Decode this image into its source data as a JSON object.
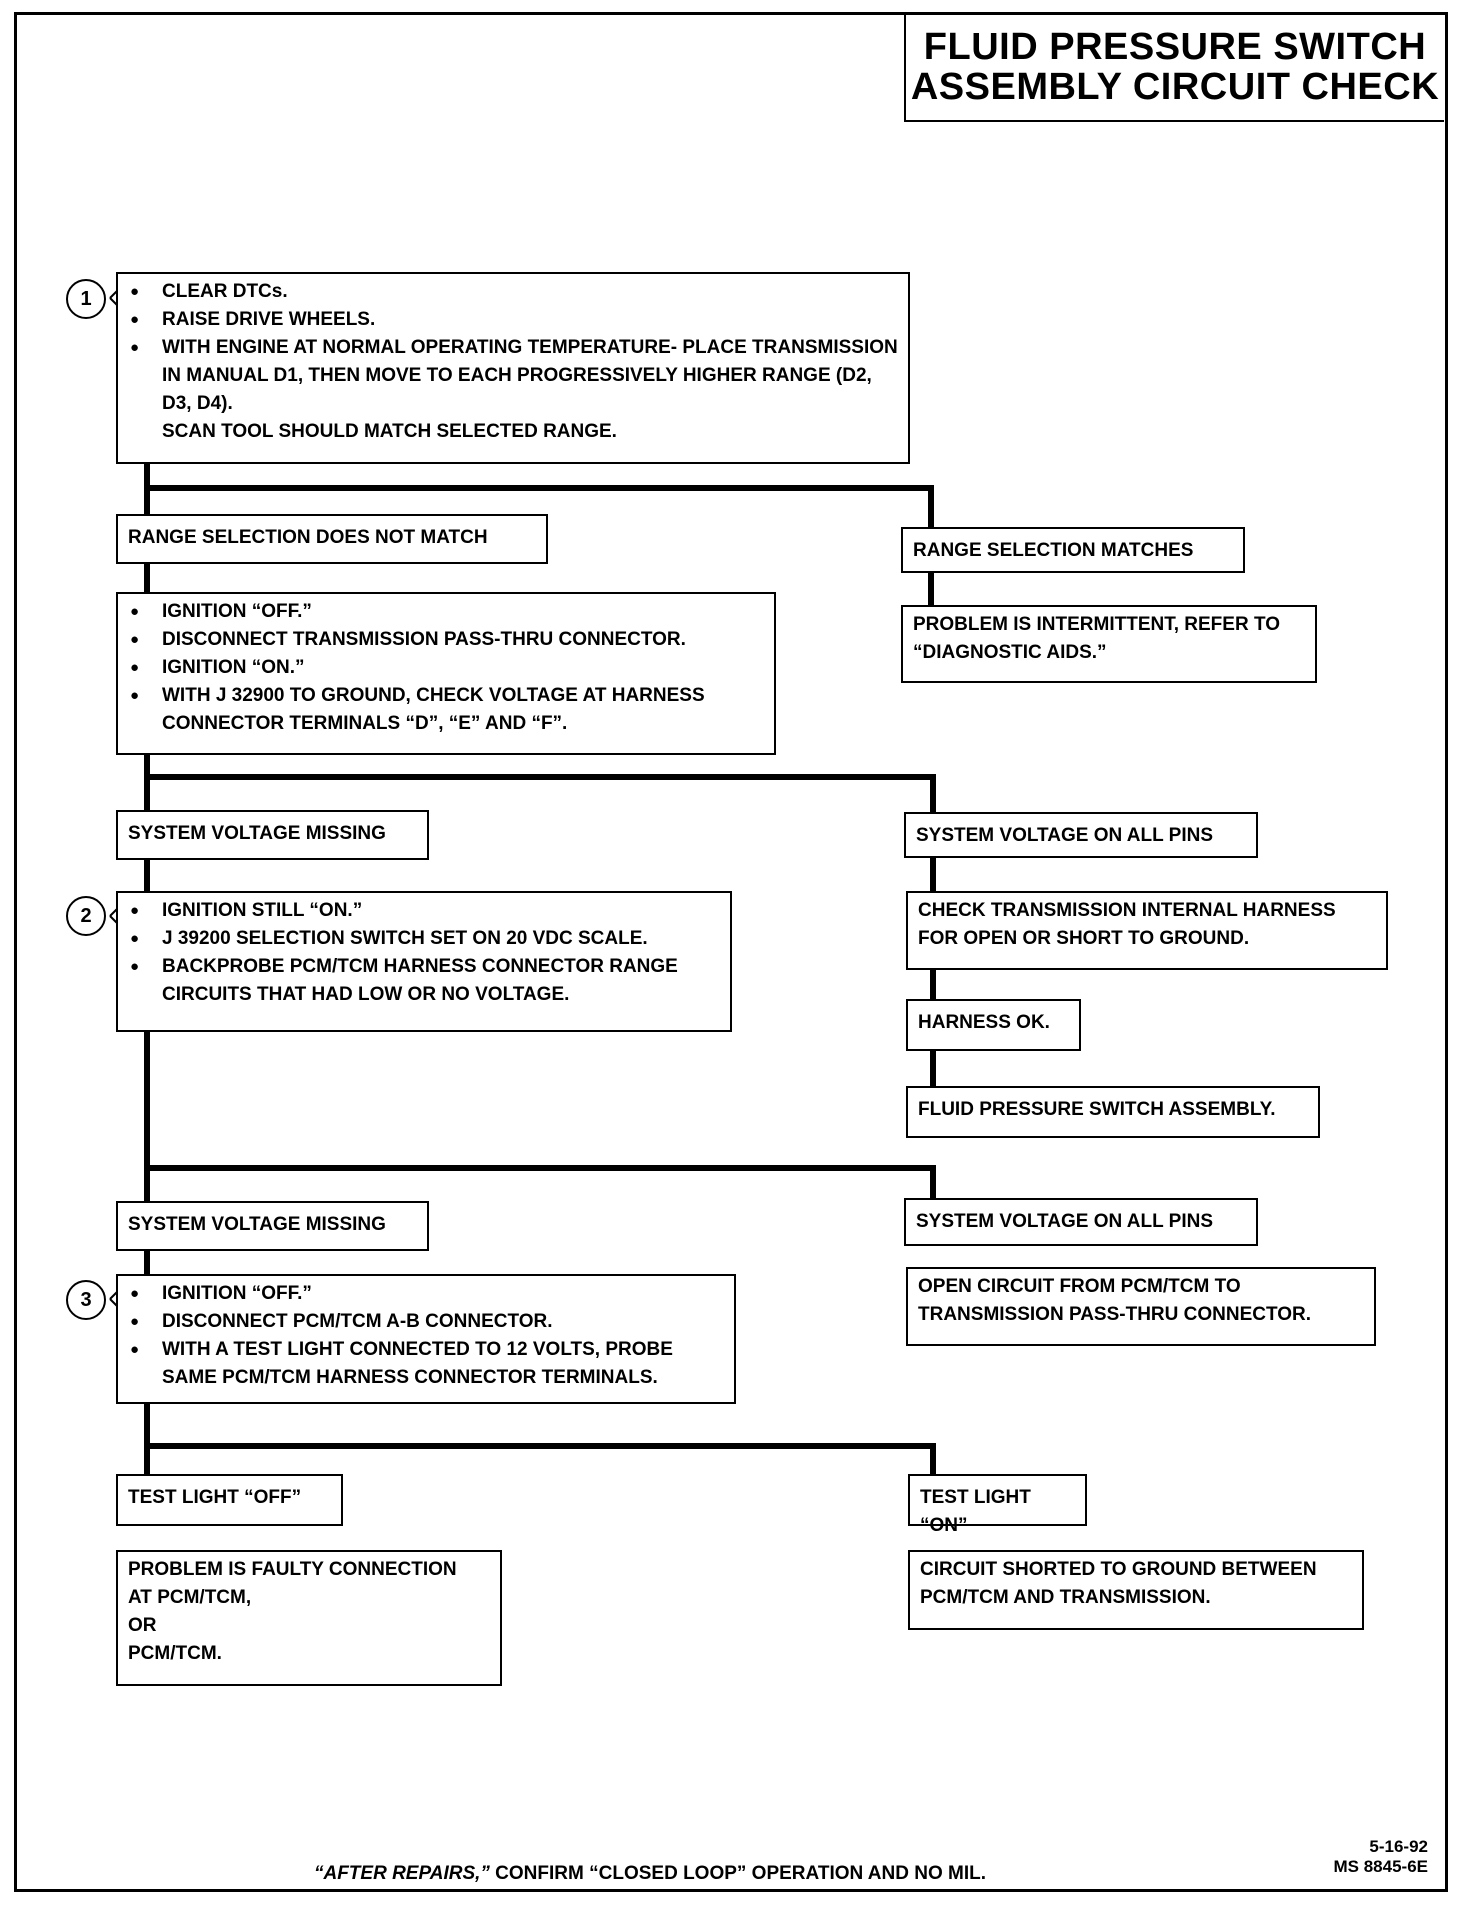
{
  "title": {
    "line1": "FLUID PRESSURE SWITCH",
    "line2": "ASSEMBLY CIRCUIT CHECK"
  },
  "steps": {
    "step1": {
      "number": "1",
      "items": [
        "CLEAR DTCs.",
        "RAISE DRIVE WHEELS.",
        "WITH ENGINE AT NORMAL OPERATING TEMPERATURE- PLACE TRANSMISSION IN MANUAL D1, THEN MOVE TO EACH PROGRESSIVELY HIGHER RANGE (D2, D3, D4)."
      ],
      "note": "SCAN TOOL SHOULD MATCH SELECTED RANGE."
    },
    "range_no_match": "RANGE SELECTION DOES NOT MATCH",
    "range_match": "RANGE SELECTION MATCHES",
    "intermittent": {
      "line1": "PROBLEM IS INTERMITTENT, REFER TO",
      "line2": "“DIAGNOSTIC AIDS.”"
    },
    "check_voltage": {
      "items": [
        "IGNITION “OFF.”",
        "DISCONNECT TRANSMISSION PASS-THRU CONNECTOR.",
        "IGNITION “ON.”",
        "WITH J 32900 TO GROUND, CHECK VOLTAGE AT HARNESS CONNECTOR TERMINALS “D”, “E” AND “F”."
      ]
    },
    "voltage_missing_1": "SYSTEM VOLTAGE MISSING",
    "voltage_all_pins_1": "SYSTEM VOLTAGE ON ALL PINS",
    "step2": {
      "number": "2",
      "items": [
        "IGNITION STILL “ON.”",
        "J 39200 SELECTION SWITCH SET ON 20 VDC SCALE.",
        "BACKPROBE PCM/TCM HARNESS CONNECTOR RANGE CIRCUITS THAT HAD LOW OR NO VOLTAGE."
      ]
    },
    "check_harness": {
      "line1": "CHECK TRANSMISSION INTERNAL HARNESS",
      "line2": "FOR OPEN OR SHORT TO GROUND."
    },
    "harness_ok": "HARNESS OK.",
    "fluid_switch": "FLUID PRESSURE SWITCH ASSEMBLY.",
    "voltage_missing_2": "SYSTEM VOLTAGE MISSING",
    "voltage_all_pins_2": "SYSTEM VOLTAGE ON ALL PINS",
    "open_circuit": {
      "line1": "OPEN CIRCUIT FROM PCM/TCM TO",
      "line2": "TRANSMISSION PASS-THRU CONNECTOR."
    },
    "step3": {
      "number": "3",
      "items": [
        "IGNITION “OFF.”",
        "DISCONNECT PCM/TCM A-B CONNECTOR.",
        "WITH A TEST LIGHT CONNECTED TO 12 VOLTS, PROBE SAME PCM/TCM HARNESS CONNECTOR TERMINALS."
      ]
    },
    "test_light_off": "TEST LIGHT “OFF”",
    "test_light_on": "TEST LIGHT “ON”",
    "faulty_connection": {
      "line1": "PROBLEM IS FAULTY CONNECTION",
      "line2": "AT PCM/TCM,",
      "line3": "OR",
      "line4": "PCM/TCM."
    },
    "shorted": {
      "line1": "CIRCUIT SHORTED TO GROUND BETWEEN",
      "line2": "PCM/TCM AND TRANSMISSION."
    }
  },
  "footer": {
    "italic": "“AFTER REPAIRS,”",
    "rest": " CONFIRM “CLOSED LOOP” OPERATION AND NO MIL."
  },
  "doc": {
    "date": "5-16-92",
    "code": "MS 8845-6E"
  }
}
